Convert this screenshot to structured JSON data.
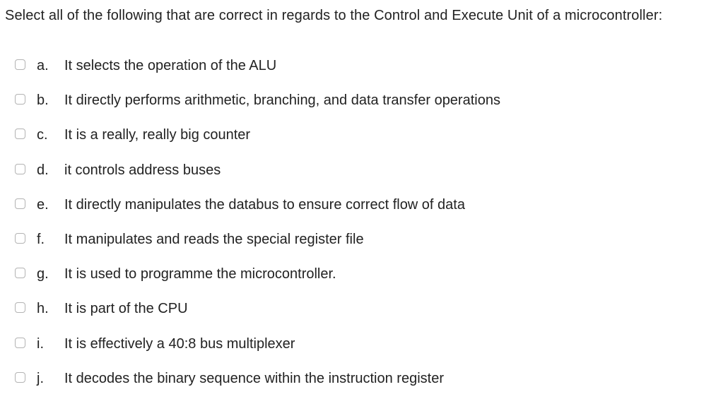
{
  "question": {
    "text": "Select all of the following that are correct in regards to the Control and Execute Unit of a microcontroller:"
  },
  "options": [
    {
      "letter": "a.",
      "text": "It selects the operation of the ALU"
    },
    {
      "letter": "b.",
      "text": "It directly performs arithmetic, branching, and data transfer operations"
    },
    {
      "letter": "c.",
      "text": "It is a really, really big counter"
    },
    {
      "letter": "d.",
      "text": "it controls address buses"
    },
    {
      "letter": "e.",
      "text": "It directly manipulates the databus to ensure correct flow of data"
    },
    {
      "letter": "f.",
      "text": "It manipulates and reads the special register file"
    },
    {
      "letter": "g.",
      "text": "It is used to programme the microcontroller."
    },
    {
      "letter": "h.",
      "text": "It is part of the CPU"
    },
    {
      "letter": "i.",
      "text": "It is effectively a 40:8 bus multiplexer"
    },
    {
      "letter": "j.",
      "text": "It decodes the binary sequence within the instruction register"
    }
  ]
}
